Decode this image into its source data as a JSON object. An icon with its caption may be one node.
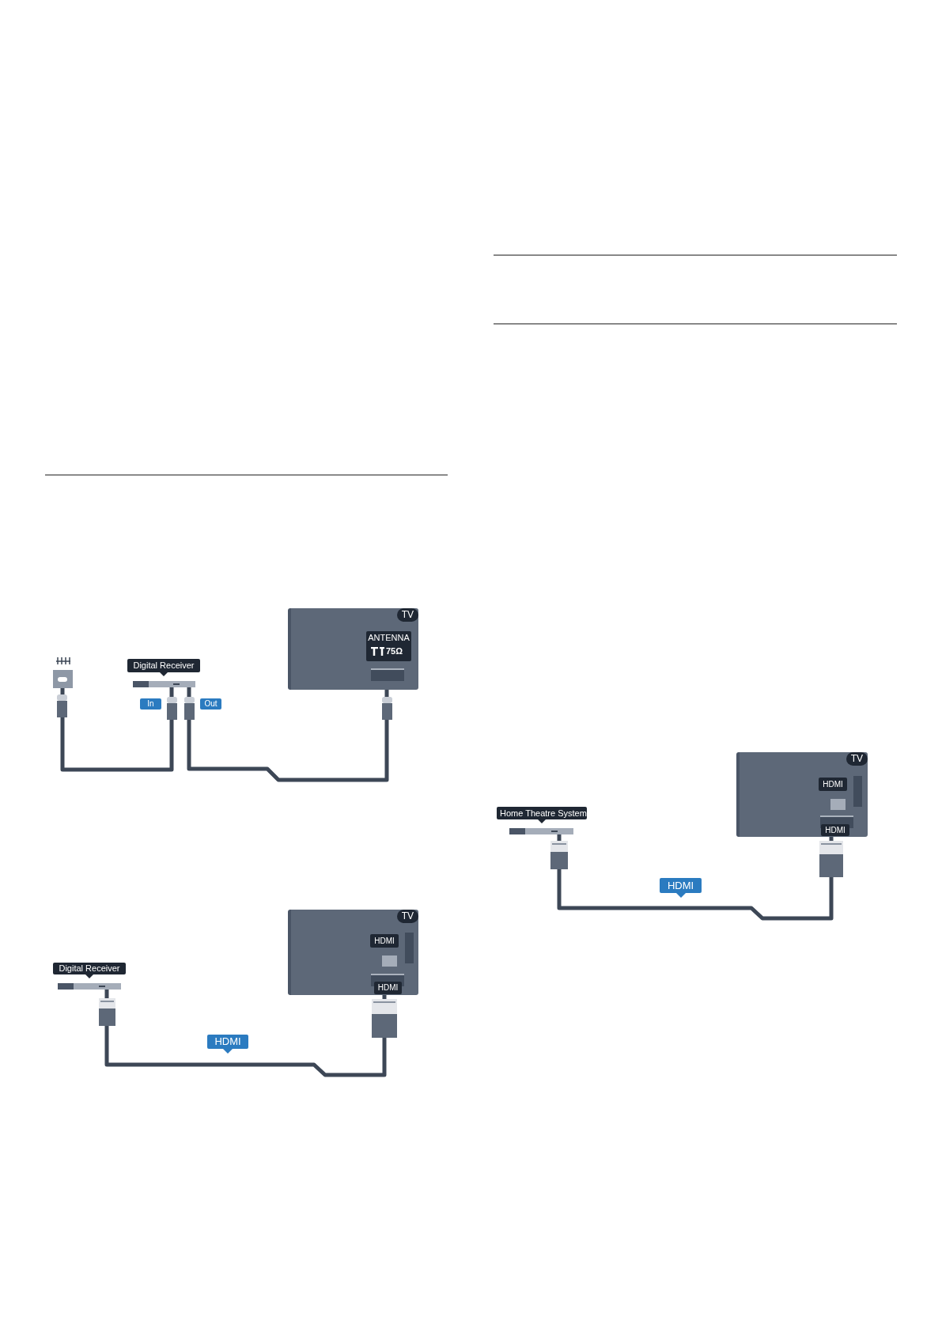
{
  "diagram": {
    "nodes": [
      {
        "text": [
          "TV"
        ]
      },
      {
        "text": [
          "ANTENNA",
          "75Ω"
        ],
        "in": 0
      },
      {
        "text": [],
        "shape": "antenna"
      },
      {
        "text": [
          "Digital Receiver"
        ]
      },
      {
        "text": [
          "TV"
        ]
      },
      {
        "text": [
          "HDMI"
        ],
        "in": 4
      },
      {
        "text": [
          "HDMI"
        ],
        "in": 4
      },
      {
        "text": [
          "Digital Receiver"
        ]
      },
      {
        "text": [
          "TV"
        ]
      },
      {
        "text": [
          "HDMI"
        ],
        "in": 8
      },
      {
        "text": [
          "HDMI"
        ],
        "in": 8
      },
      {
        "text": [
          "Home Theatre System"
        ]
      }
    ],
    "edges": [
      {
        "from": 2,
        "to": 3,
        "arrow": "none"
      },
      {
        "from": 3,
        "to": 0,
        "arrow": "none"
      },
      {
        "from": 7,
        "to": 6,
        "arrow": "none",
        "label": "HDMI"
      },
      {
        "from": 11,
        "to": 10,
        "arrow": "none",
        "label": "HDMI"
      }
    ],
    "labels": [
      "In",
      "Out"
    ]
  }
}
